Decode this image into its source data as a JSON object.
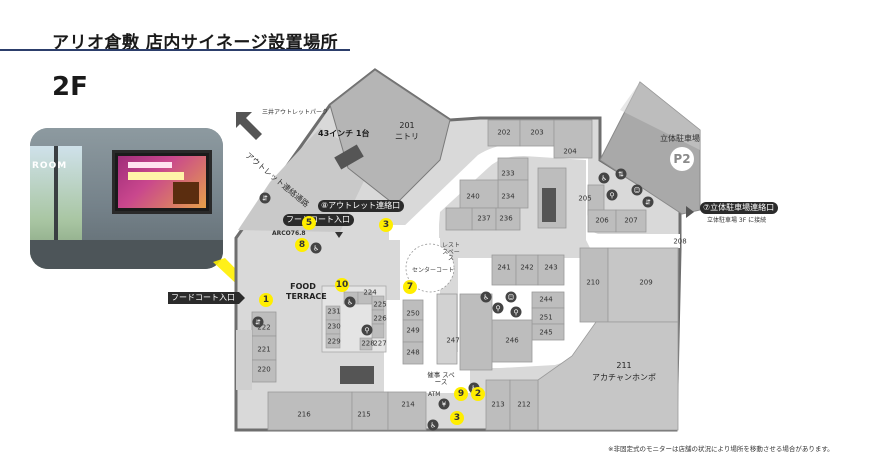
{
  "header": {
    "title": "アリオ倉敷 店内サイネージ設置場所",
    "floor": "2F"
  },
  "photo": {
    "room_text": "ROOM"
  },
  "signs": {
    "screen_spec": "43インチ 1台",
    "outlet_park_top": "三井アウトレットパーク",
    "outlet_walkway": "アウトレット連絡通路",
    "arco": "ARCO76.8",
    "food_terrace": "FOOD TERRACE",
    "parking": "立体駐車場",
    "parking_badge": "P2",
    "center_court": "センターコート",
    "rest_space": "レスト スペース",
    "event_space": "催事 スペース",
    "atm": "ATM"
  },
  "tags": {
    "foodcourt_entrance_left": "フードコート入口",
    "foodcourt_entrance_top": "フードコート入口",
    "outlet_link": "⑧アウトレット連絡口",
    "parking_link": "⑦立体駐車場連絡口",
    "parking_link_sub": "立体駐車場 3F に接続"
  },
  "stores": {
    "nitori": {
      "num": "201",
      "name": "ニトリ"
    },
    "akachan": {
      "num": "211",
      "name": "アカチャンホンポ"
    }
  },
  "rooms": [
    "202",
    "203",
    "204",
    "205",
    "206",
    "207",
    "208",
    "209",
    "210",
    "212",
    "213",
    "214",
    "215",
    "216",
    "220",
    "221",
    "222",
    "224",
    "225",
    "226",
    "227",
    "228",
    "229",
    "230",
    "231",
    "233",
    "234",
    "236",
    "237",
    "240",
    "241",
    "242",
    "243",
    "244",
    "245",
    "246",
    "247",
    "248",
    "249",
    "250",
    "251"
  ],
  "markers": [
    "1",
    "2",
    "3",
    "3",
    "5",
    "7",
    "8",
    "9",
    "10"
  ],
  "footnote": "※非固定式のモニターは店舗の状況により場所を移動させる場合があります。",
  "colors": {
    "wall": "#6e6e6e",
    "floor_area": "#d9d9d9",
    "store_block": "#bfbfbf",
    "corridor": "#ffffff",
    "marker": "#ffee00",
    "title_rule": "#2c3e6b",
    "tag": "#2b2b2b"
  }
}
